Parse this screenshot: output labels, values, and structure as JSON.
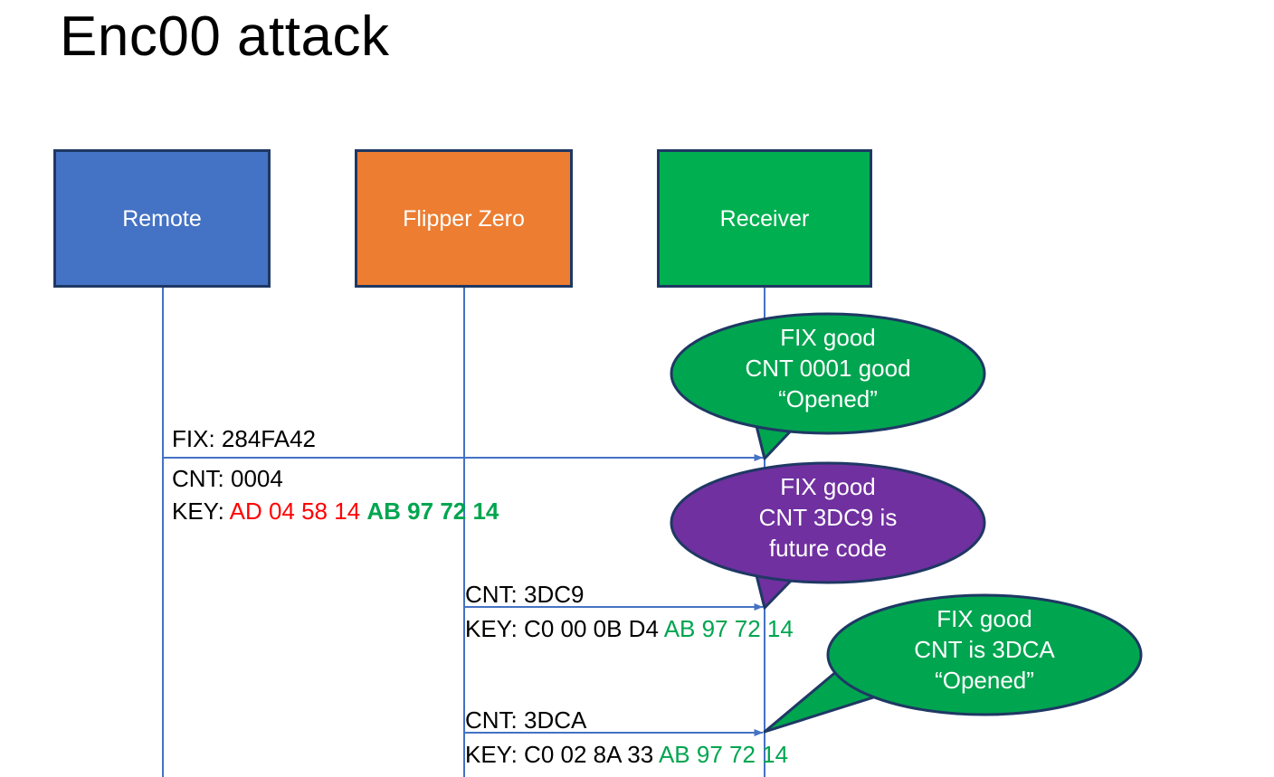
{
  "slide": {
    "title": "Enc00 attack",
    "background": "#FFFFFF"
  },
  "colors": {
    "remote_fill": "#4472C4",
    "flipper_fill": "#ED7D31",
    "receiver_fill": "#00B050",
    "box_border": "#1F3864",
    "lifeline": "#4472C4",
    "arrow": "#4472C4",
    "callout_good": "#00A550",
    "callout_future": "#7030A0",
    "callout_border": "#1F3864",
    "hex_red": "#FF0000",
    "hex_green": "#00A550",
    "text_black": "#000000",
    "text_white": "#FFFFFF"
  },
  "actors": [
    {
      "id": "remote",
      "label": "Remote",
      "fill": "#4472C4"
    },
    {
      "id": "flipper",
      "label": "Flipper Zero",
      "fill": "#ED7D31"
    },
    {
      "id": "receiver",
      "label": "Receiver",
      "fill": "#00B050"
    }
  ],
  "messages": [
    {
      "id": "msg-1",
      "from": "remote",
      "to": "receiver",
      "above_label": "FIX: 284FA42",
      "below_lines": [
        {
          "prefix": "CNT: ",
          "red": "",
          "green": ""
        },
        {
          "prefix": "KEY: ",
          "red": "AD 04 58 14",
          "green": "AB 97 72 14"
        }
      ],
      "cnt_value": "0004",
      "key_red": "AD 04 58 14",
      "key_green": "AB 97 72 14"
    },
    {
      "id": "msg-2",
      "from": "flipper",
      "to": "receiver",
      "above_label": "CNT: 3DC9",
      "key_prefix": "KEY: C0 00 0B D4",
      "key_green": "AB 97 72 14"
    },
    {
      "id": "msg-3",
      "from": "flipper",
      "to": "receiver",
      "above_label": "CNT: 3DCA",
      "key_prefix": "KEY: C0 02 8A 33",
      "key_green": "AB 97 72 14"
    }
  ],
  "labels": {
    "msg1_fix": "FIX: 284FA42",
    "msg1_cnt_prefix": "CNT: ",
    "msg1_cnt_value": "0004",
    "msg1_key_prefix": "KEY: ",
    "msg1_key_red": "AD 04 58 14",
    "msg1_key_green": "AB 97 72 14",
    "msg2_cnt": "CNT: 3DC9",
    "msg2_key_prefix": "KEY: C0 00 0B D4 ",
    "msg2_key_green": "AB 97 72 14",
    "msg3_cnt": "CNT: 3DCA",
    "msg3_key_prefix": "KEY: C0 02 8A 33 ",
    "msg3_key_green": "AB 97 72 14"
  },
  "callouts": [
    {
      "id": "callout-1",
      "fill": "#00A550",
      "lines": [
        "FIX good",
        "CNT 0001 good",
        "“Opened”"
      ]
    },
    {
      "id": "callout-2",
      "fill": "#7030A0",
      "lines": [
        "FIX good",
        "CNT 3DC9 is",
        "future code"
      ]
    },
    {
      "id": "callout-3",
      "fill": "#00A550",
      "lines": [
        "FIX good",
        "CNT is 3DCA",
        "“Opened”"
      ]
    }
  ]
}
